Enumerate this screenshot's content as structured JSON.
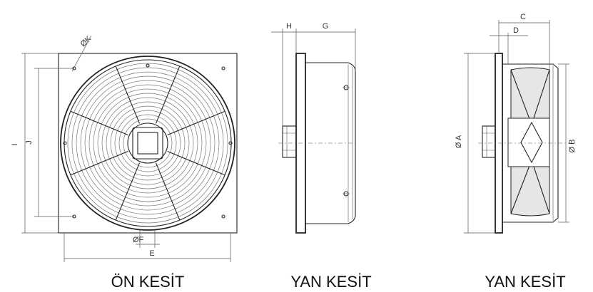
{
  "captions": {
    "front": "ÖN KESİT",
    "side1": "YAN KESİT",
    "side2": "YAN KESİT"
  },
  "dimensions": {
    "K": "ØK",
    "I": "I",
    "J": "J",
    "F": "ØF",
    "E": "E",
    "H": "H",
    "G": "G",
    "C": "C",
    "D": "D",
    "A": "Ø A",
    "B": "Ø B"
  }
}
